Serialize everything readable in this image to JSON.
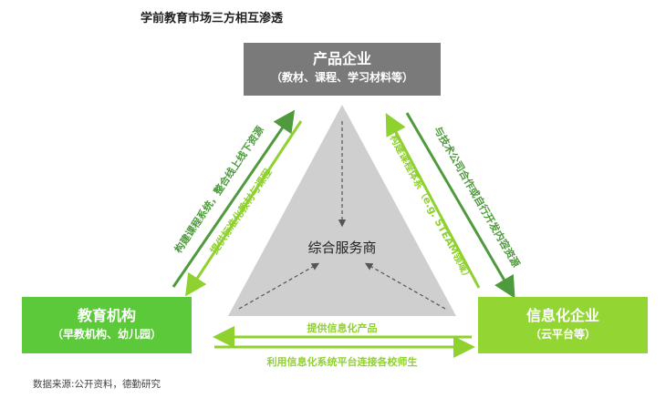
{
  "title": "学前教育市场三方相互渗透",
  "nodes": {
    "top": {
      "title": "产品企业",
      "sub": "（教材、课程、学习材料等）"
    },
    "left": {
      "title": "教育机构",
      "sub": "（早教机构、幼儿园）"
    },
    "right": {
      "title": "信息化企业",
      "sub": "（云平台等）"
    },
    "center": "综合服务商"
  },
  "edges": {
    "left_outer": "构建课程系统，整合线上线下资源",
    "left_inner": "提供标准化教材与课程",
    "right_inner": "构建课程体系（e.g. STEAM领域）",
    "right_outer": "与技术公司合作或自行开发内容资源",
    "bottom_top": "提供信息化产品",
    "bottom_bottom": "利用信息化系统平台连接各校师生"
  },
  "source": "数据来源:公开资料，德勤研究",
  "colors": {
    "dark_green": "#4f9a3c",
    "light_green": "#8fd12f",
    "gray_box": "#7a7a7a",
    "triangle": "#cfcfcf"
  }
}
